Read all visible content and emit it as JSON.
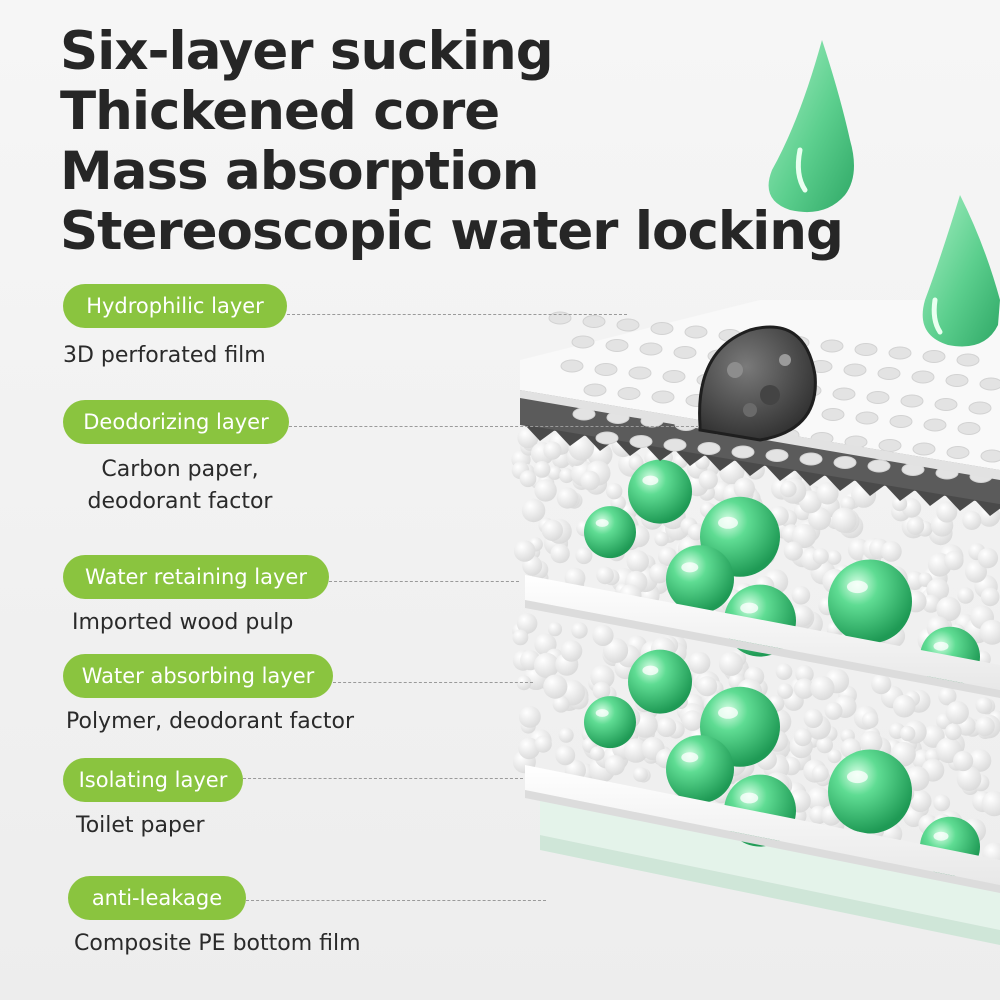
{
  "headline": {
    "lines": [
      "Six-layer sucking",
      "Thickened core",
      "Mass absorption",
      "Stereoscopic water locking"
    ]
  },
  "layers": [
    {
      "name": "Hydrophilic layer",
      "description": [
        "3D perforated film"
      ]
    },
    {
      "name": "Deodorizing layer",
      "description": [
        "Carbon paper,",
        "deodorant factor"
      ]
    },
    {
      "name": "Water retaining layer",
      "description": [
        "Imported wood pulp"
      ]
    },
    {
      "name": "Water absorbing layer",
      "description": [
        "Polymer, deodorant factor"
      ]
    },
    {
      "name": "Isolating layer",
      "description": [
        "Toilet paper"
      ]
    },
    {
      "name": "anti-leakage",
      "description": [
        "Composite PE bottom film"
      ]
    }
  ],
  "colors": {
    "accent_green": "#8ac43f",
    "bead_green": "#3fc87a",
    "drop_green": "#6fd89b",
    "headline_text": "#262626",
    "carbon_grey": "#5b5b5b"
  },
  "icons": [
    "water-drop-icon",
    "carbon-magnifier-icon"
  ]
}
